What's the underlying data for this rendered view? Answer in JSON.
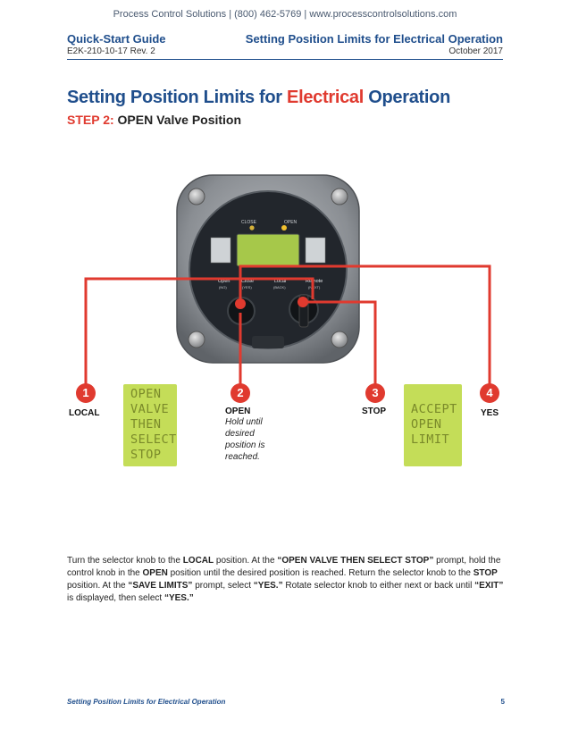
{
  "topbar": {
    "text": "Process Control Solutions  |  (800) 462-5769  | www.processcontrolsolutions.com"
  },
  "header": {
    "left_title": "Quick-Start Guide",
    "left_sub": "E2K-210-10-17 Rev. 2",
    "right_title": "Setting Position Limits for Electrical Operation",
    "right_sub": "October 2017"
  },
  "title": {
    "part1": "Setting Position Limits for ",
    "accent": "Electrical",
    "part2": " Operation"
  },
  "step": {
    "accent": "STEP 2:",
    "text": " OPEN Valve Position"
  },
  "device": {
    "close_label": "CLOSE",
    "open_label": "OPEN",
    "knob_labels": [
      "Open",
      "Close",
      "Local",
      "Remote"
    ],
    "knob_sublabels": [
      "(NO)",
      "(YES)",
      "(BACK)",
      "(NEXT)"
    ]
  },
  "markers": [
    {
      "number": "1",
      "label": "LOCAL"
    },
    {
      "number": "2",
      "label": "OPEN"
    },
    {
      "number": "3",
      "label": "STOP"
    },
    {
      "number": "4",
      "label": "YES"
    }
  ],
  "lcd_left": [
    "OPEN",
    "VALVE",
    "THEN",
    "SELECT",
    "STOP"
  ],
  "lcd_right": [
    "ACCEPT",
    "OPEN",
    "LIMIT"
  ],
  "hold_note": "Hold until desired position is reached.",
  "body": {
    "s1": "Turn the selector knob to the ",
    "b1": "LOCAL",
    "s2": " position. At the ",
    "b2": "“OPEN VALVE THEN SELECT STOP”",
    "s3": " prompt, hold the control knob in the ",
    "b3": "OPEN",
    "s4": " position until the desired position is reached. Return the selector knob to the ",
    "b4": "STOP",
    "s5": " position. At the ",
    "b5": "“SAVE LIMITS”",
    "s6": " prompt, select ",
    "b6": "“YES.”",
    "s7": " Rotate selector knob to either next or back until ",
    "b7": "“EXIT”",
    "s8": " is displayed, then select ",
    "b8": "“YES.”"
  },
  "footer": {
    "left": "Setting Position Limits for Electrical Operation",
    "page": "5"
  },
  "colors": {
    "brand_blue": "#1f4e8c",
    "accent_red": "#e03a2f",
    "lcd_green": "#c4dd58"
  }
}
